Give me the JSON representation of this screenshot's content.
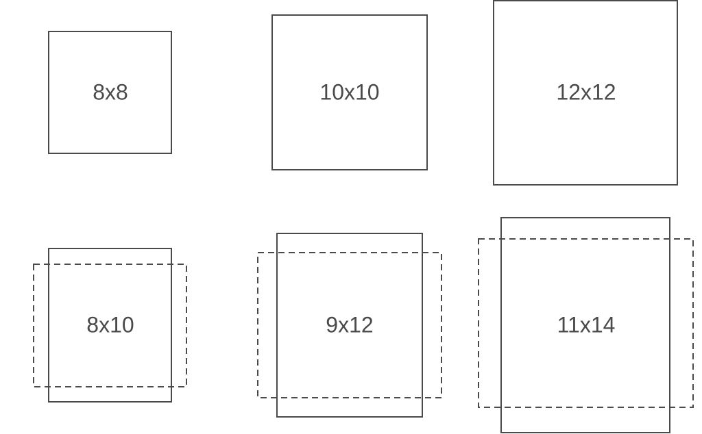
{
  "colors": {
    "stroke": "#4a4a4a",
    "text": "#4a4a4a",
    "background": "#ffffff"
  },
  "square_sizes": [
    {
      "label": "8x8"
    },
    {
      "label": "10x10"
    },
    {
      "label": "12x12"
    }
  ],
  "rectangular_sizes": [
    {
      "label": "8x10"
    },
    {
      "label": "9x12"
    },
    {
      "label": "11x14"
    }
  ]
}
